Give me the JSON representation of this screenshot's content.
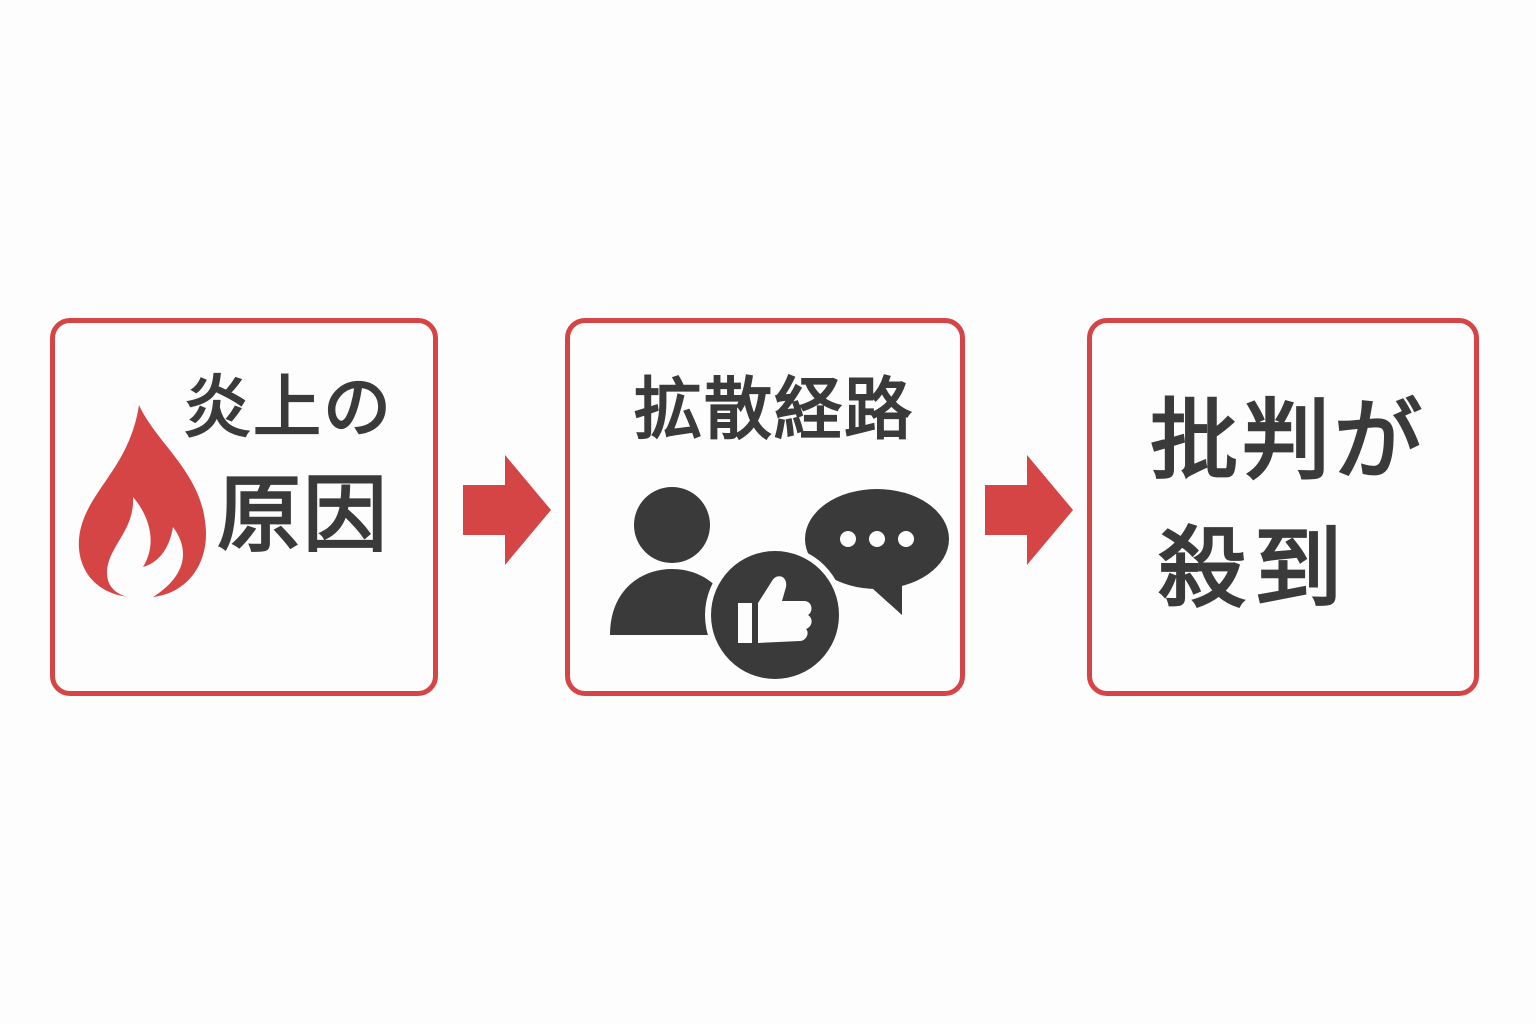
{
  "steps": [
    {
      "line1": "炎上の",
      "line2": "原因",
      "icon": "flame-icon"
    },
    {
      "title": "拡散経路",
      "icons": [
        "person-icon",
        "thumbs-up-icon",
        "speech-bubble-icon"
      ]
    },
    {
      "line1": "批判が",
      "line2": "殺到"
    }
  ],
  "colors": {
    "accent": "#d64545",
    "text": "#3a3a3a",
    "background": "#fdfdfd"
  }
}
